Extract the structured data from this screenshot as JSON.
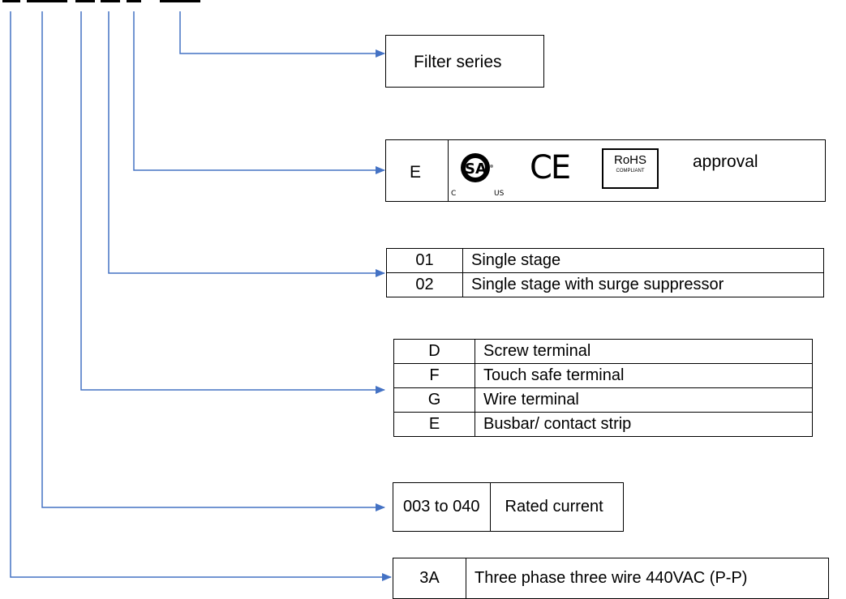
{
  "series": {
    "label": "Filter series"
  },
  "approval": {
    "code": "E",
    "label": "approval",
    "logos": [
      {
        "icon": "csa-logo",
        "letters": "SA",
        "marks": [
          "C",
          "US"
        ]
      },
      {
        "icon": "ce-mark",
        "text": "CE"
      },
      {
        "icon": "rohs-badge",
        "text": "RoHS",
        "subtext": "COMPLIANT"
      }
    ]
  },
  "stages": [
    {
      "code": "01",
      "desc": "Single stage"
    },
    {
      "code": "02",
      "desc": "Single stage with surge suppressor"
    }
  ],
  "terminals": [
    {
      "code": "D",
      "desc": "Screw terminal"
    },
    {
      "code": "F",
      "desc": "Touch safe terminal"
    },
    {
      "code": "G",
      "desc": "Wire terminal"
    },
    {
      "code": "E",
      "desc": "Busbar/ contact strip"
    }
  ],
  "current": {
    "code": "003 to 040",
    "desc": "Rated current"
  },
  "phase": {
    "code": "3A",
    "desc": "Three phase three wire 440VAC (P-P)"
  },
  "colors": {
    "connector": "#4472C4",
    "border": "#000000"
  }
}
